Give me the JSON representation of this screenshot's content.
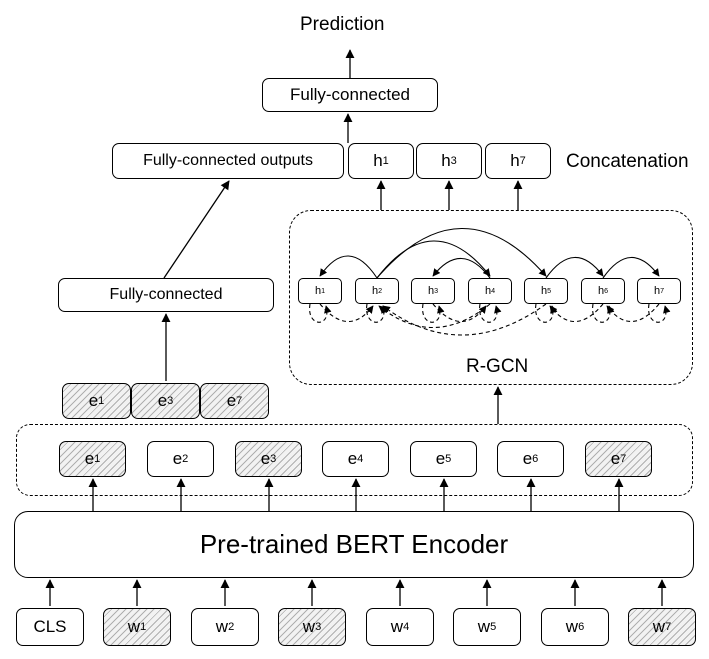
{
  "title": "Prediction",
  "top_fc": "Fully-connected",
  "fc_outputs": "Fully-connected outputs",
  "concat_label": "Concatenation",
  "concat_h": [
    {
      "base": "h",
      "sub": "1"
    },
    {
      "base": "h",
      "sub": "3"
    },
    {
      "base": "h",
      "sub": "7"
    }
  ],
  "rgcn_label": "R-GCN",
  "rgcn_nodes": [
    {
      "base": "h",
      "sub": "1"
    },
    {
      "base": "h",
      "sub": "2"
    },
    {
      "base": "h",
      "sub": "3"
    },
    {
      "base": "h",
      "sub": "4"
    },
    {
      "base": "h",
      "sub": "5"
    },
    {
      "base": "h",
      "sub": "6"
    },
    {
      "base": "h",
      "sub": "7"
    }
  ],
  "left_fc": "Fully-connected",
  "selected_entities": [
    {
      "base": "e",
      "sub": "1"
    },
    {
      "base": "e",
      "sub": "3"
    },
    {
      "base": "e",
      "sub": "7"
    }
  ],
  "entities": [
    {
      "base": "e",
      "sub": "1",
      "hatched": true
    },
    {
      "base": "e",
      "sub": "2",
      "hatched": false
    },
    {
      "base": "e",
      "sub": "3",
      "hatched": true
    },
    {
      "base": "e",
      "sub": "4",
      "hatched": false
    },
    {
      "base": "e",
      "sub": "5",
      "hatched": false
    },
    {
      "base": "e",
      "sub": "6",
      "hatched": false
    },
    {
      "base": "e",
      "sub": "7",
      "hatched": true
    }
  ],
  "encoder": "Pre-trained BERT Encoder",
  "tokens": [
    {
      "base": "CLS",
      "sub": "",
      "hatched": false
    },
    {
      "base": "w",
      "sub": "1",
      "hatched": true
    },
    {
      "base": "w",
      "sub": "2",
      "hatched": false
    },
    {
      "base": "w",
      "sub": "3",
      "hatched": true
    },
    {
      "base": "w",
      "sub": "4",
      "hatched": false
    },
    {
      "base": "w",
      "sub": "5",
      "hatched": false
    },
    {
      "base": "w",
      "sub": "6",
      "hatched": false
    },
    {
      "base": "w",
      "sub": "7",
      "hatched": true
    }
  ],
  "colors": {
    "line": "#000000",
    "hatch_bg": "#f2f2f2"
  }
}
